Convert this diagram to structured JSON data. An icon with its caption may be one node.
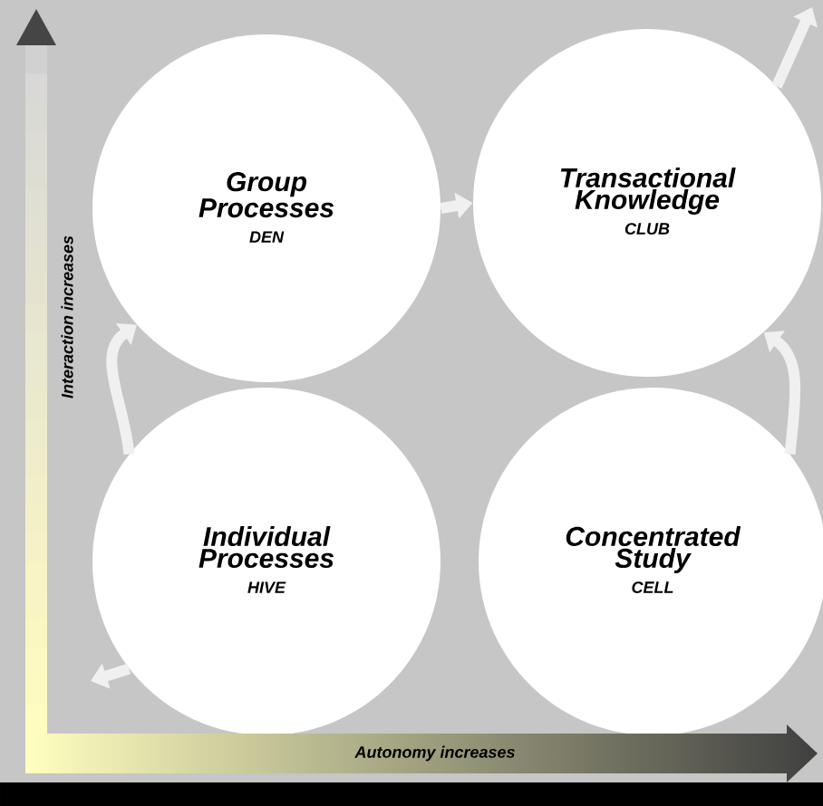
{
  "diagram": {
    "nodes": [
      {
        "text": [
          "Group Processes",
          "DEN"
        ]
      },
      {
        "text": [
          "Transactional Knowledge",
          "CLUB"
        ]
      },
      {
        "text": [
          "Individual Processes",
          "HIVE"
        ]
      },
      {
        "text": [
          "Concentrated Study",
          "CELL"
        ]
      }
    ],
    "edges": [
      {
        "from": 2,
        "to": 0,
        "arrow": "to"
      },
      {
        "from": 0,
        "to": 1,
        "arrow": "to"
      },
      {
        "from": 3,
        "to": 1,
        "arrow": "to"
      },
      {
        "from": 1,
        "to": null,
        "arrow": "to"
      },
      {
        "from": 2,
        "to": null,
        "arrow": "to"
      }
    ],
    "labels": [
      "Interaction increases",
      "Autonomy increases"
    ]
  }
}
